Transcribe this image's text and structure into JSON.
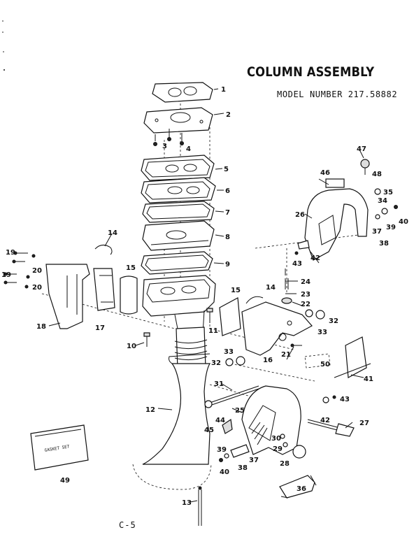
{
  "header": {
    "title": "COLUMN ASSEMBLY",
    "model": "MODEL NUMBER 217.58882"
  },
  "footer": {
    "page": "C-5"
  },
  "gasket_card": {
    "text": "GASKET SET"
  },
  "callouts": [
    "1",
    "2",
    "3",
    "4",
    "5",
    "6",
    "7",
    "8",
    "9",
    "10",
    "11",
    "12",
    "13",
    "14",
    "15",
    "16",
    "17",
    "18",
    "19",
    "20",
    "19",
    "20",
    "21",
    "22",
    "23",
    "24",
    "25",
    "26",
    "27",
    "28",
    "29",
    "30",
    "31",
    "32",
    "33",
    "32",
    "33",
    "34",
    "35",
    "36",
    "37",
    "38",
    "39",
    "40",
    "41",
    "42",
    "43",
    "44",
    "45",
    "46",
    "47",
    "48",
    "49",
    "50",
    "14",
    "15",
    "42",
    "43",
    "37",
    "38",
    "39",
    "40"
  ]
}
